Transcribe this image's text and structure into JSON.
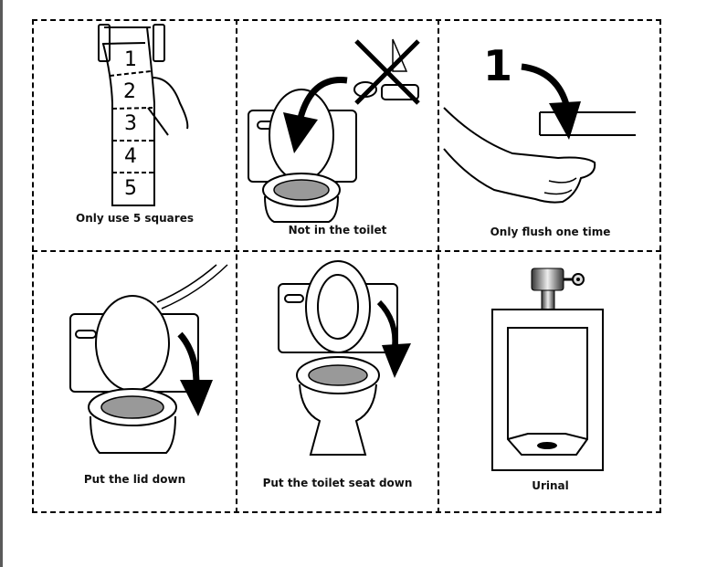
{
  "cards": [
    {
      "caption": "Only use 5 squares",
      "icon": "toilet-paper-roll",
      "numbers": [
        "1",
        "2",
        "3",
        "4",
        "5"
      ]
    },
    {
      "caption": "Not in the toilet",
      "icon": "toilet-no-toys"
    },
    {
      "caption": "Only flush one time",
      "icon": "flush-handle",
      "number": "1"
    },
    {
      "caption": "Put the lid down",
      "icon": "toilet-lid-down"
    },
    {
      "caption": "Put the toilet seat down",
      "icon": "toilet-seat-down"
    },
    {
      "caption": "Urinal",
      "icon": "urinal"
    }
  ]
}
